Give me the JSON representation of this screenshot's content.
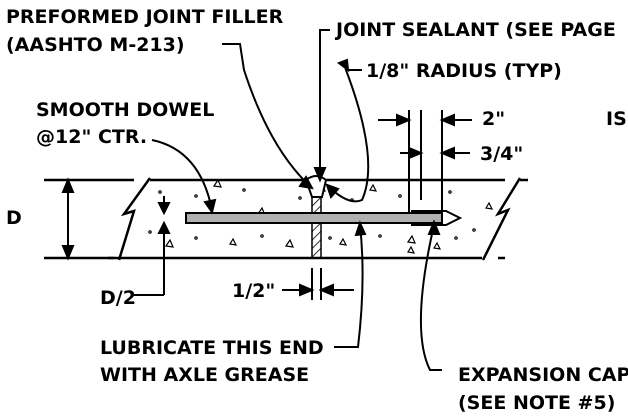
{
  "labels": {
    "filler_line1": "PREFORMED JOINT FILLER",
    "filler_line2": "(AASHTO M-213)",
    "sealant": "JOINT SEALANT (SEE PAGE",
    "radius": "1/8\" RADIUS (TYP)",
    "dowel_line1": "SMOOTH DOWEL",
    "dowel_line2": "@12\" CTR.",
    "dim_2": "2\"",
    "is_text": "IS",
    "dim_3_4": "3/4\"",
    "dim_D": "D",
    "dim_D2": "D/2",
    "dim_1_2": "1/2\"",
    "lubricate_line1": "LUBRICATE THIS END",
    "lubricate_line2": "WITH AXLE GREASE",
    "cap_line1": "EXPANSION CAP",
    "cap_line2": "(SEE NOTE #5)"
  }
}
